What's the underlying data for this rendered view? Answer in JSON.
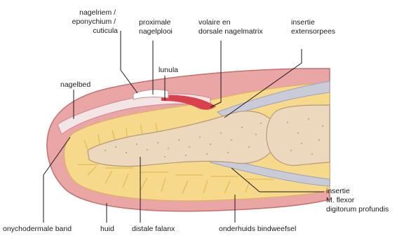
{
  "diagram": {
    "labels": {
      "nagelriem": [
        "nagelriem /",
        "eponychium /",
        "cuticula"
      ],
      "proximale_nagelplooi": [
        "proximale",
        "nagelplooi"
      ],
      "matrix": [
        "volaire en",
        "dorsale nagelmatrix"
      ],
      "extensorpees": [
        "insertie",
        "extensorpees"
      ],
      "lunula": [
        "lunula"
      ],
      "nagelbed": [
        "nagelbed"
      ],
      "flexor": [
        "insertie",
        "M. flexor",
        "digitorum profundis"
      ],
      "onychodermale_band": [
        "onychodermale band"
      ],
      "huid": [
        "huid"
      ],
      "distale_falanx": [
        "distale falanx"
      ],
      "bindweefsel": [
        "onderhuids bindweefsel"
      ]
    },
    "colors": {
      "skin": "#e9a6a4",
      "skin_outline": "#c56f6d",
      "fat": "#f6d98a",
      "fat_lobule": "#f2c95c",
      "bone": "#ecd8bd",
      "bone_dots": "#a98a64",
      "nail": "#f3e4e6",
      "matrix": "#d9424d",
      "tendon": "#c9ccd8",
      "leader": "#1a1a1a"
    }
  }
}
